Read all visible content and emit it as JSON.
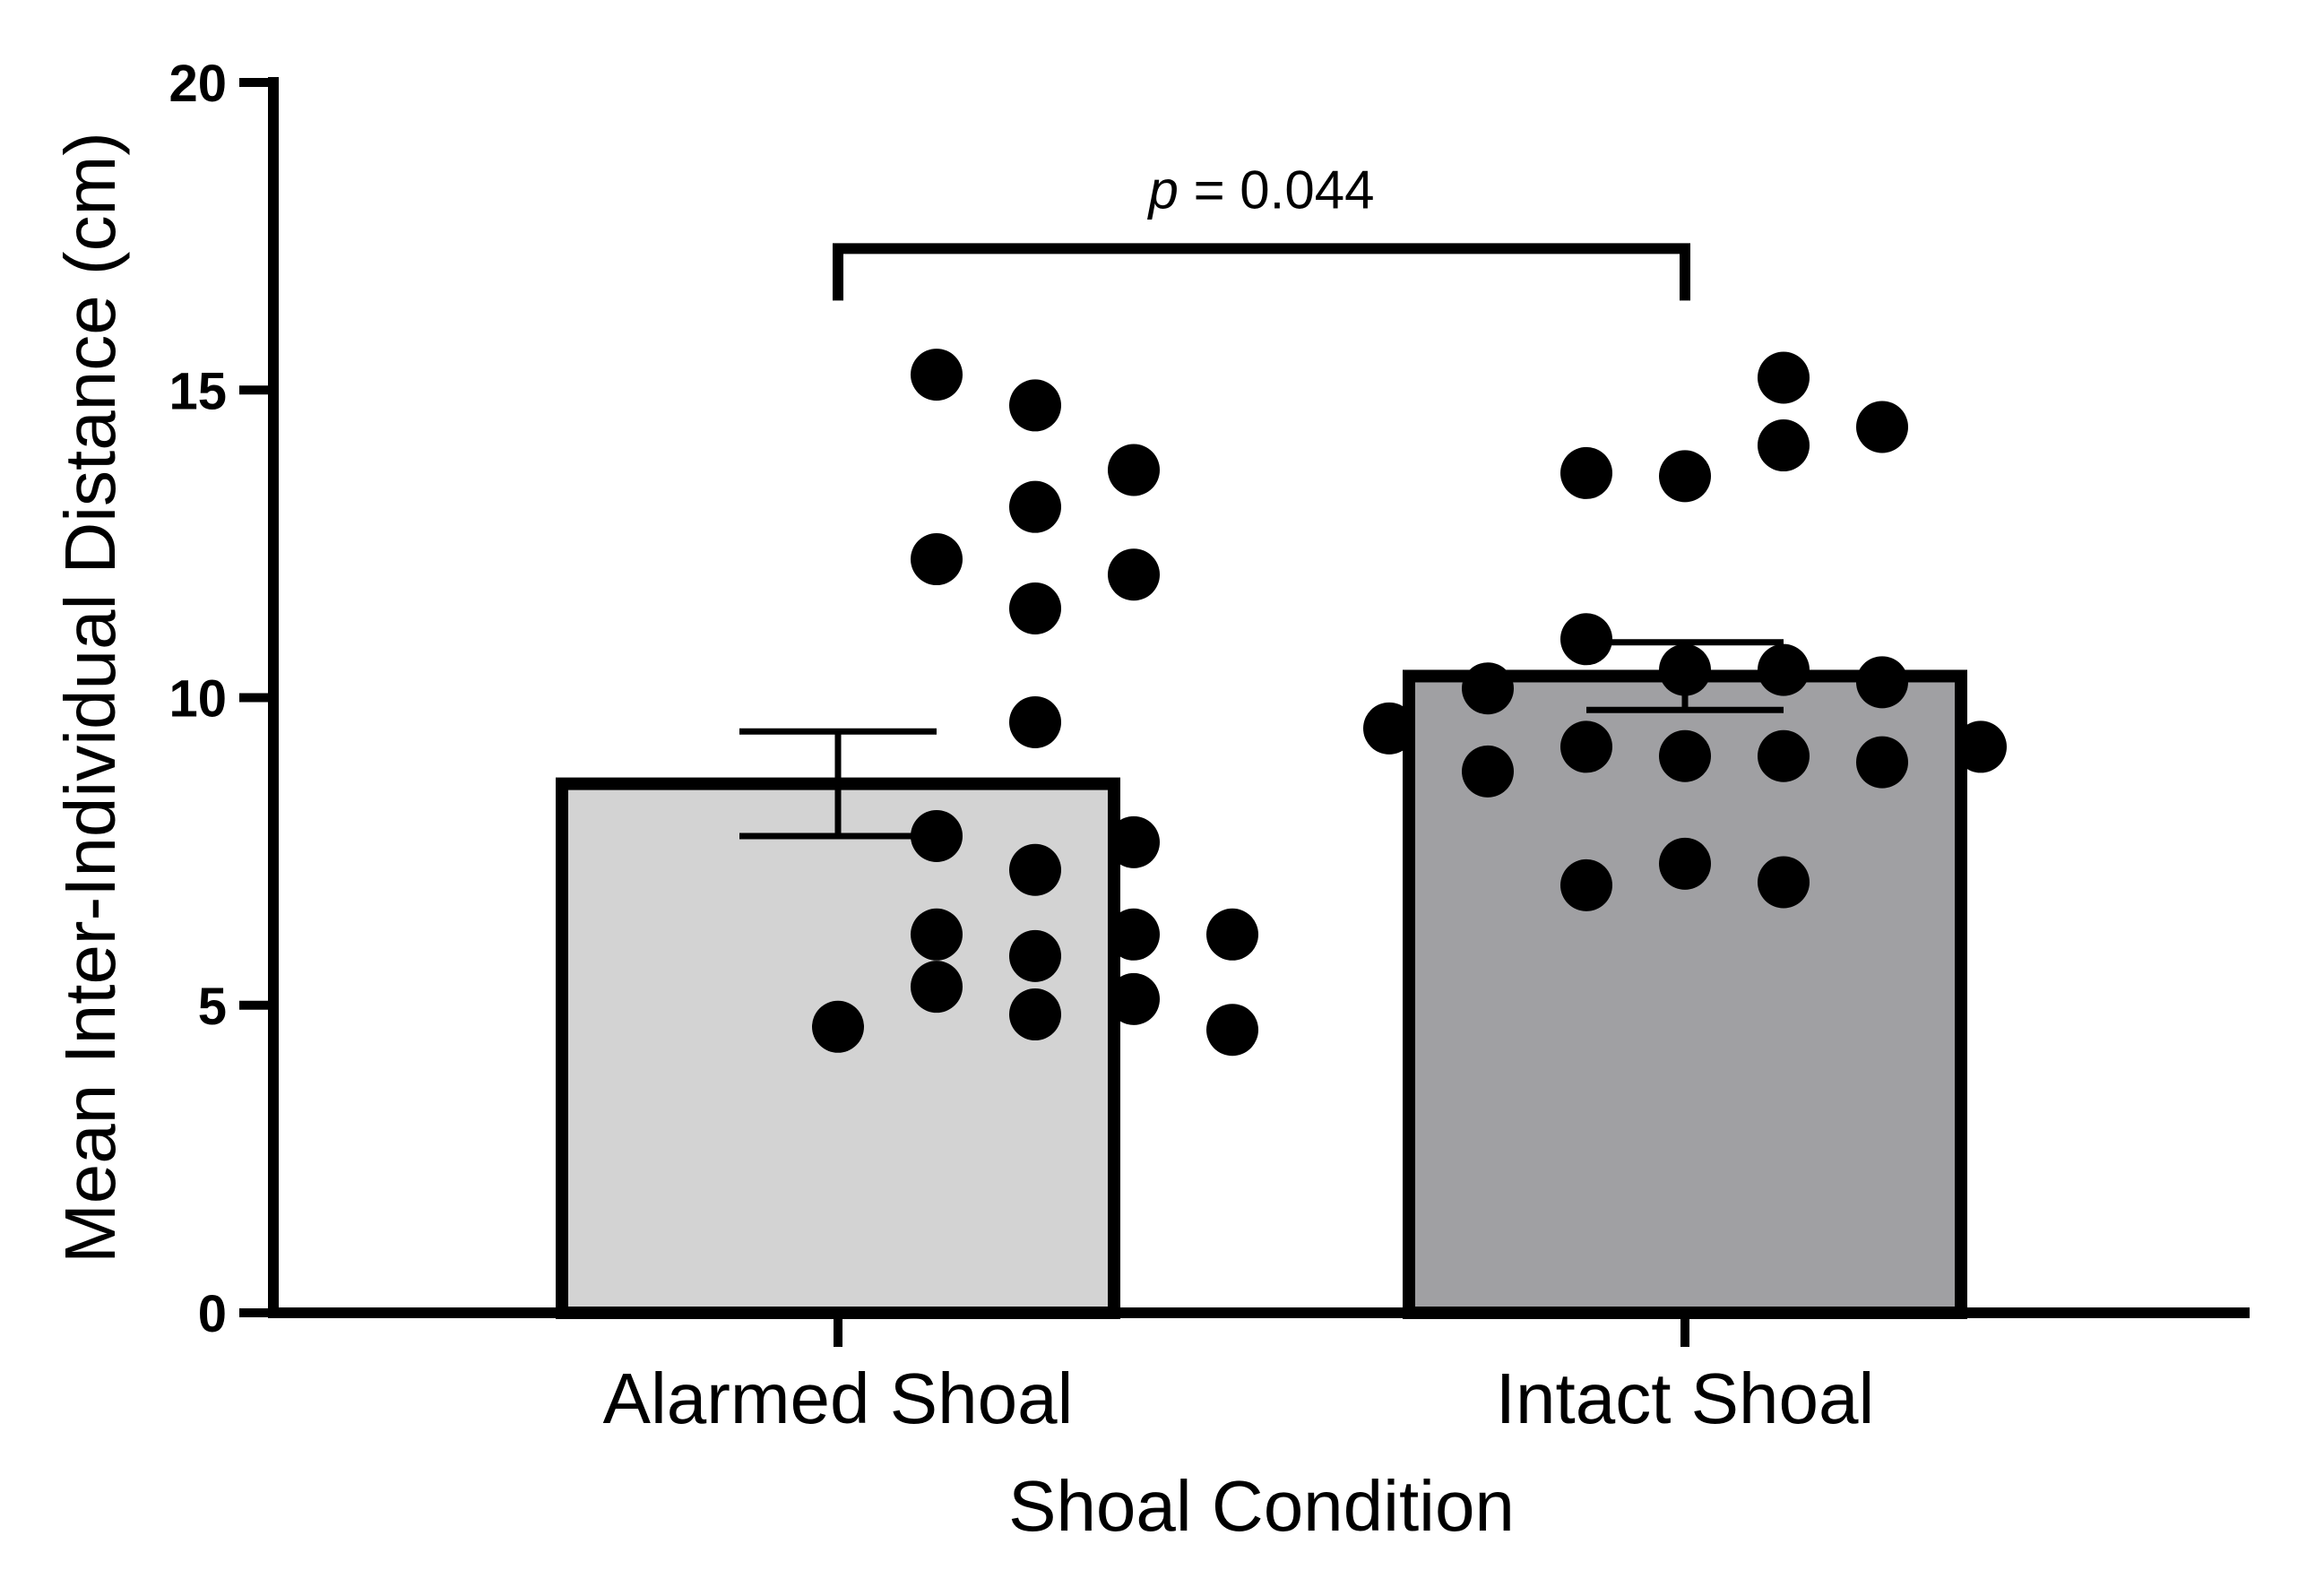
{
  "chart_data": {
    "type": "bar",
    "xlabel": "Shoal Condition",
    "ylabel": "Mean Inter-Individual Distance  (cm)",
    "ylim": [
      0,
      20
    ],
    "yticks": [
      0,
      5,
      10,
      15,
      20
    ],
    "yticks_text": [
      "0",
      "5",
      "10",
      "15",
      "20"
    ],
    "categories": [
      "Alarmed Shoal",
      "Intact Shoal"
    ],
    "values": [
      8.6,
      10.35
    ],
    "error": [
      0.85,
      0.55
    ],
    "bar_colors": [
      "#d3d3d3",
      "#a0a0a3"
    ],
    "points": [
      [
        {
          "dx": 0,
          "y": 4.65
        },
        {
          "dx": 1,
          "y": 5.3
        },
        {
          "dx": 1,
          "y": 6.15
        },
        {
          "dx": 1,
          "y": 7.75
        },
        {
          "dx": 1,
          "y": 12.25
        },
        {
          "dx": 1,
          "y": 15.25
        },
        {
          "dx": 2,
          "y": 4.85
        },
        {
          "dx": 2,
          "y": 5.8
        },
        {
          "dx": 2,
          "y": 7.2
        },
        {
          "dx": 2,
          "y": 9.6
        },
        {
          "dx": 2,
          "y": 11.45
        },
        {
          "dx": 2,
          "y": 13.1
        },
        {
          "dx": 2,
          "y": 14.75
        },
        {
          "dx": 3,
          "y": 5.1
        },
        {
          "dx": 3,
          "y": 6.15
        },
        {
          "dx": 3,
          "y": 7.65
        },
        {
          "dx": 3,
          "y": 12.0
        },
        {
          "dx": 3,
          "y": 13.7
        },
        {
          "dx": 4,
          "y": 4.6
        },
        {
          "dx": 4,
          "y": 6.15
        }
      ],
      [
        {
          "dx": -3,
          "y": 9.5
        },
        {
          "dx": -2,
          "y": 8.8
        },
        {
          "dx": -2,
          "y": 10.15
        },
        {
          "dx": -1,
          "y": 6.95
        },
        {
          "dx": -1,
          "y": 9.2
        },
        {
          "dx": -1,
          "y": 10.95
        },
        {
          "dx": -1,
          "y": 13.65
        },
        {
          "dx": 0,
          "y": 7.3
        },
        {
          "dx": 0,
          "y": 9.05
        },
        {
          "dx": 0,
          "y": 10.45
        },
        {
          "dx": 0,
          "y": 13.6
        },
        {
          "dx": 1,
          "y": 7.0
        },
        {
          "dx": 1,
          "y": 9.05
        },
        {
          "dx": 1,
          "y": 10.45
        },
        {
          "dx": 1,
          "y": 14.1
        },
        {
          "dx": 1,
          "y": 15.2
        },
        {
          "dx": 2,
          "y": 8.95
        },
        {
          "dx": 2,
          "y": 10.25
        },
        {
          "dx": 2,
          "y": 14.4
        },
        {
          "dx": 3,
          "y": 9.2
        }
      ]
    ],
    "significance": {
      "p_symbol": "p",
      "p_text": " = 0.044",
      "y": 17.3
    }
  }
}
